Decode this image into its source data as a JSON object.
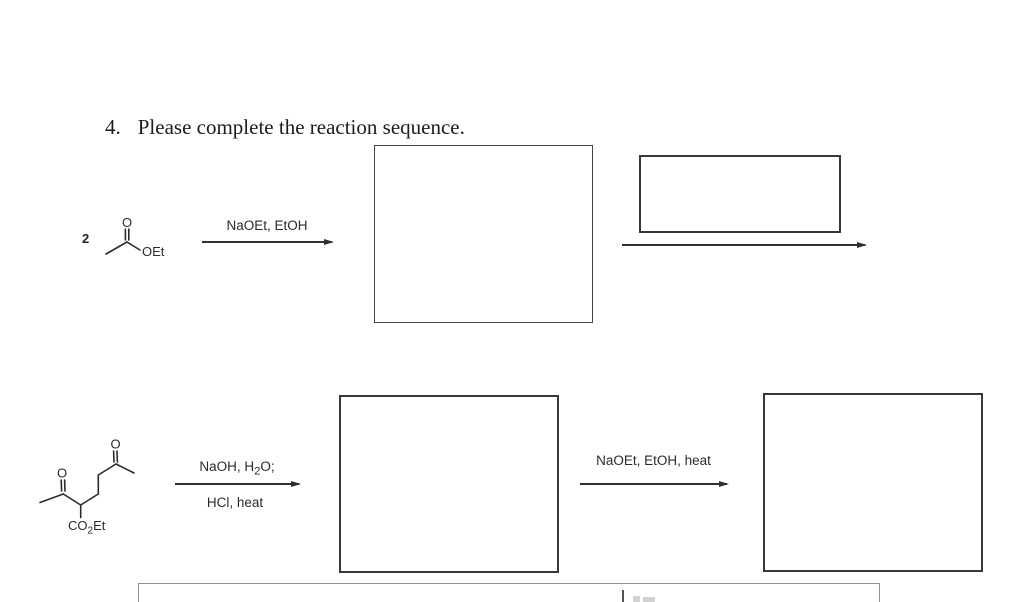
{
  "title": {
    "number": "4.",
    "text": "Please complete the reaction sequence."
  },
  "colors": {
    "ink": "#2b2b2b",
    "answer_box_border": "#383838",
    "partial_box_border": "#929292"
  },
  "reaction1": {
    "coefficient": "2",
    "reactant": {
      "name": "ethyl acetate skeletal structure",
      "carbonyl_oxygen": "O",
      "ethoxy": "OEt"
    },
    "arrow1_reagent": "NaOEt, EtOH"
  },
  "reaction2": {
    "reactant": {
      "name": "ethyl 2-acetyl-5-oxohexanoate skeletal structure",
      "left_carbonyl_oxygen": "O",
      "right_carbonyl_oxygen": "O",
      "ester_label": {
        "pre": "CO",
        "sub": "2",
        "post": "Et"
      }
    },
    "arrow1_reagents": {
      "line1": {
        "pre": "NaOH, H",
        "sub": "2",
        "post": "O;"
      },
      "line2": "HCl, heat"
    },
    "arrow2_reagent": "NaOEt, EtOH, heat"
  }
}
